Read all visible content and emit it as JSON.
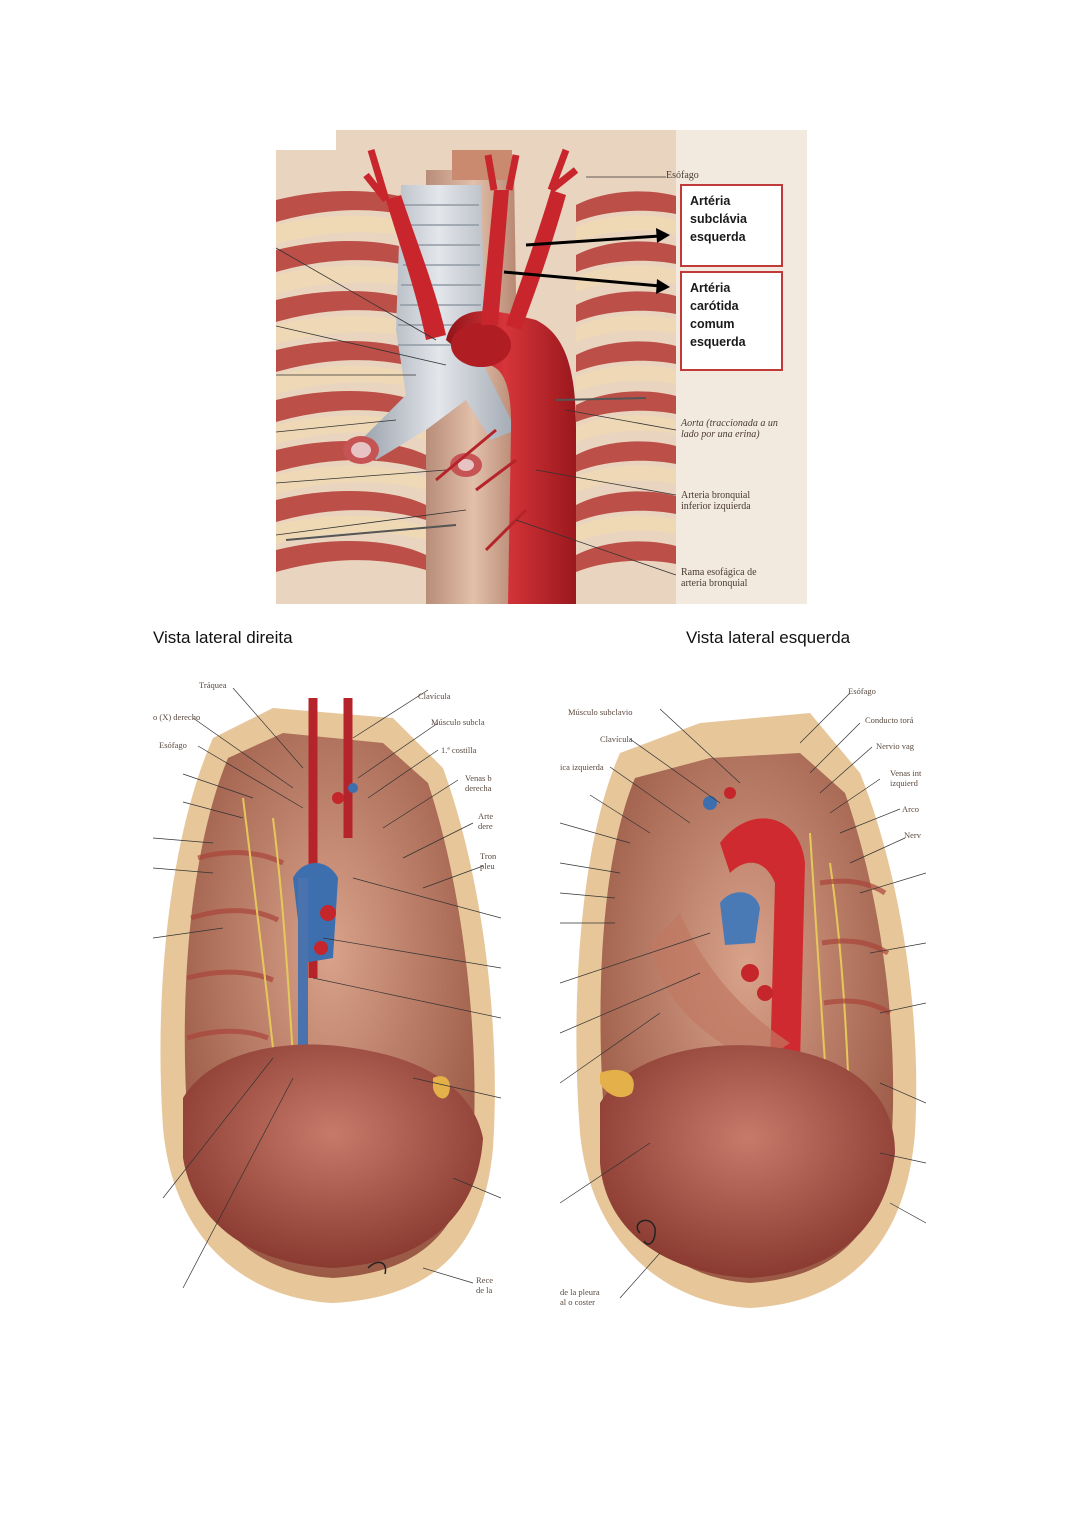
{
  "top_figure": {
    "callouts": [
      {
        "lines": [
          "Artéria",
          "subclávia",
          "esquerda"
        ]
      },
      {
        "lines": [
          "Artéria",
          "carótida",
          "comum",
          "esquerda"
        ]
      }
    ],
    "labels": {
      "esofago": "Esófago",
      "aorta_1": "Aorta (traccionada a un",
      "aorta_2": "lado por una erina)",
      "bronquial_1": "Arteria bronquial",
      "bronquial_2": "inferior izquierda",
      "rama_1": "Rama esofágica de",
      "rama_2": "arteria bronquial"
    },
    "colors": {
      "callout_border": "#c03a3a",
      "aorta": "#c8262c",
      "trachea": "#c7ccd3"
    }
  },
  "captions": {
    "left": "Vista lateral direita",
    "right": "Vista lateral esquerda"
  },
  "left_figure": {
    "labels": {
      "traquea": "Tráquea",
      "derecho": "o (X) derecho",
      "esofago": "Esófago",
      "clavicula": "Clavícula",
      "musculo": "Músculo subcla",
      "costilla": "1.ª costilla",
      "venas_1": "Venas b",
      "venas_2": "derecha",
      "art_1": "Arte",
      "art_2": "dere",
      "tron_1": "Tron",
      "tron_2": "pleu",
      "receso_1": "Rece",
      "receso_2": "de la"
    }
  },
  "right_figure": {
    "labels": {
      "esofago": "Esófago",
      "musculo": "Músculo subclavio",
      "clavicula": "Clavícula",
      "conducto": "Conducto torá",
      "nervio": "Nervio vag",
      "izquierda": "ica izquierda",
      "venas_1": "Venas int",
      "venas_2": "izquierd",
      "arco": "Arco",
      "nerv": "Nerv",
      "pleura_1": "de la pleura",
      "pleura_2": "al o coster"
    }
  }
}
